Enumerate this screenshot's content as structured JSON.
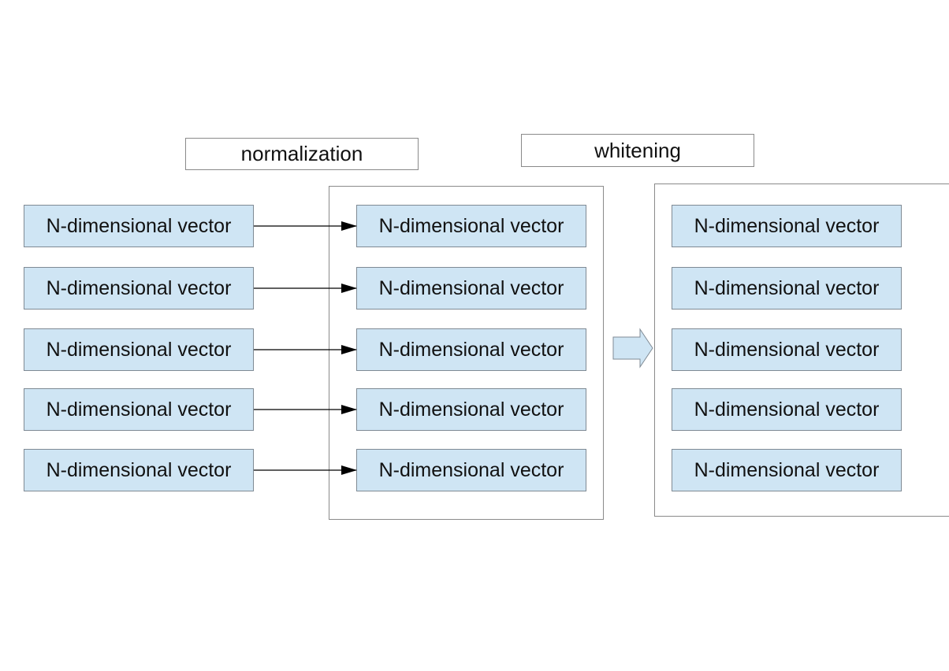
{
  "labels": {
    "normalization": "normalization",
    "whitening": "whitening"
  },
  "input_vectors": [
    "N-dimensional vector",
    "N-dimensional vector",
    "N-dimensional vector",
    "N-dimensional vector",
    "N-dimensional vector"
  ],
  "normalized_vectors": [
    "N-dimensional vector",
    "N-dimensional vector",
    "N-dimensional vector",
    "N-dimensional vector",
    "N-dimensional vector"
  ],
  "whitened_vectors": [
    "N-dimensional vector",
    "N-dimensional vector",
    "N-dimensional vector",
    "N-dimensional vector",
    "N-dimensional vector"
  ],
  "colors": {
    "vector_fill": "#cfe5f4",
    "vector_border": "#7f8a94",
    "frame_border": "#8a8a8a",
    "arrow": "#000000"
  }
}
